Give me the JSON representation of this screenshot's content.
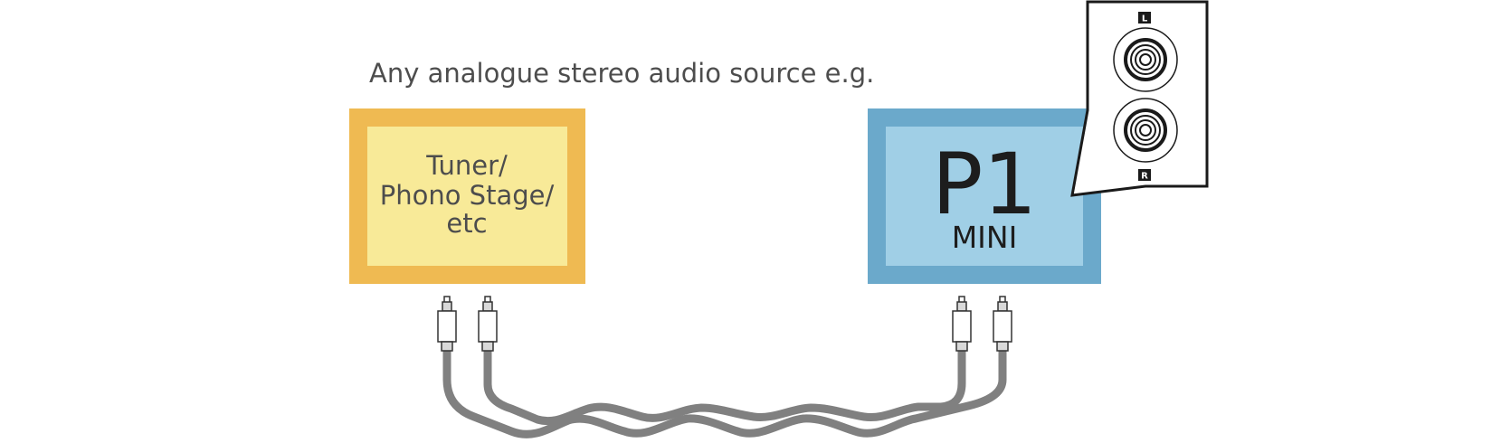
{
  "caption": "Any analogue stereo audio source e.g.",
  "source_device": {
    "label_lines": [
      "Tuner/",
      "Phono Stage/",
      "etc"
    ],
    "frame_color": "#EFBA52",
    "panel_color": "#F8EA98"
  },
  "target_device": {
    "name": "P1",
    "subtitle": "MINI",
    "frame_color": "#6BA9CB",
    "panel_color": "#A0CFE6"
  },
  "rear_panel": {
    "left_label": "L",
    "right_label": "R"
  },
  "cable_color": "#808080"
}
